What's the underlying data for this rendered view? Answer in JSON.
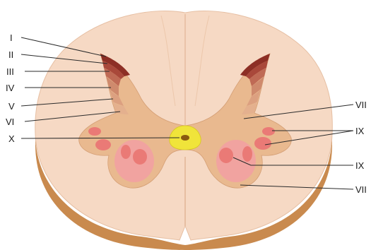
{
  "labels_left": [
    {
      "id": "I",
      "text": "I"
    },
    {
      "id": "II",
      "text": "II"
    },
    {
      "id": "III",
      "text": "III"
    },
    {
      "id": "IV",
      "text": "IV"
    },
    {
      "id": "V",
      "text": "V"
    },
    {
      "id": "VI",
      "text": "VI"
    },
    {
      "id": "X",
      "text": "X"
    }
  ],
  "labels_right": [
    {
      "id": "VII_upper",
      "text": "VII"
    },
    {
      "id": "IX_upper",
      "text": "IX"
    },
    {
      "id": "IX_lower",
      "text": "IX"
    },
    {
      "id": "VII_lower",
      "text": "VII"
    }
  ],
  "colors": {
    "white_matter": "#f6d9c4",
    "cord_side": "#c98a4e",
    "grey_matter": "#e9b98f",
    "lamina_I": "#8d2f25",
    "lamina_II": "#a9483a",
    "lamina_III": "#bf6a55",
    "lamina_IV": "#cf8a6d",
    "lamina_V": "#dca080",
    "lamina_VI": "#e4b08e",
    "motor_nuclei": "#ea7a76",
    "ventral_region": "#f1a3a0",
    "central_canal_area": "#f0e43a",
    "central_canal": "#8a5a10"
  }
}
